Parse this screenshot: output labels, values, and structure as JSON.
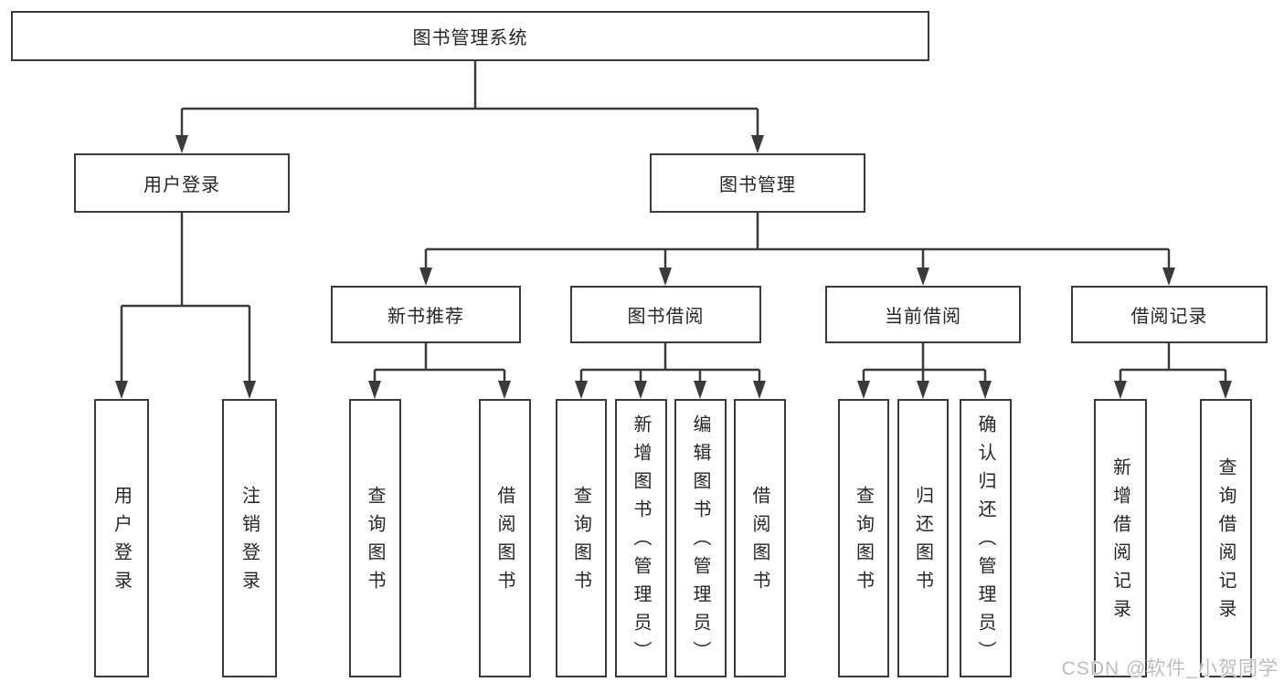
{
  "tree": {
    "label": "图书管理系统",
    "children": [
      {
        "label": "用户登录",
        "children": [
          {
            "label": "用户登录"
          },
          {
            "label": "注销登录"
          }
        ]
      },
      {
        "label": "图书管理",
        "children": [
          {
            "label": "新书推荐",
            "children": [
              {
                "label": "查询图书"
              },
              {
                "label": "借阅图书"
              }
            ]
          },
          {
            "label": "图书借阅",
            "children": [
              {
                "label": "查询图书"
              },
              {
                "label": "新增图书（管理员）"
              },
              {
                "label": "编辑图书（管理员）"
              },
              {
                "label": "借阅图书"
              }
            ]
          },
          {
            "label": "当前借阅",
            "children": [
              {
                "label": "查询图书"
              },
              {
                "label": "归还图书"
              },
              {
                "label": "确认归还（管理员）"
              }
            ]
          },
          {
            "label": "借阅记录",
            "children": [
              {
                "label": "新增借阅记录"
              },
              {
                "label": "查询借阅记录"
              }
            ]
          }
        ]
      }
    ]
  },
  "watermark": "CSDN @软件_小贺同学",
  "colors": {
    "line": "#3a3a3a",
    "text": "#262626",
    "background": "#ffffff",
    "watermark": "#bdbdbd"
  }
}
